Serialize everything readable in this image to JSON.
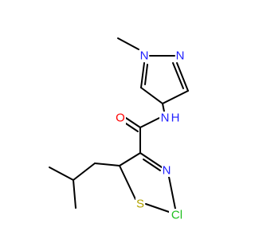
{
  "colors": {
    "background": "#ffffff",
    "bond": "#000000",
    "N": "#1f1fff",
    "O": "#ff0000",
    "S": "#b3a300",
    "Cl": "#1fbf1f"
  },
  "atoms": {
    "methyl_n": "N",
    "pyrazole_n": "N",
    "amide_nh": "N",
    "amide_h": "H",
    "carbonyl_o": "O",
    "thiazole_n": "N",
    "thiazole_s": "S",
    "chloro": "Cl"
  }
}
